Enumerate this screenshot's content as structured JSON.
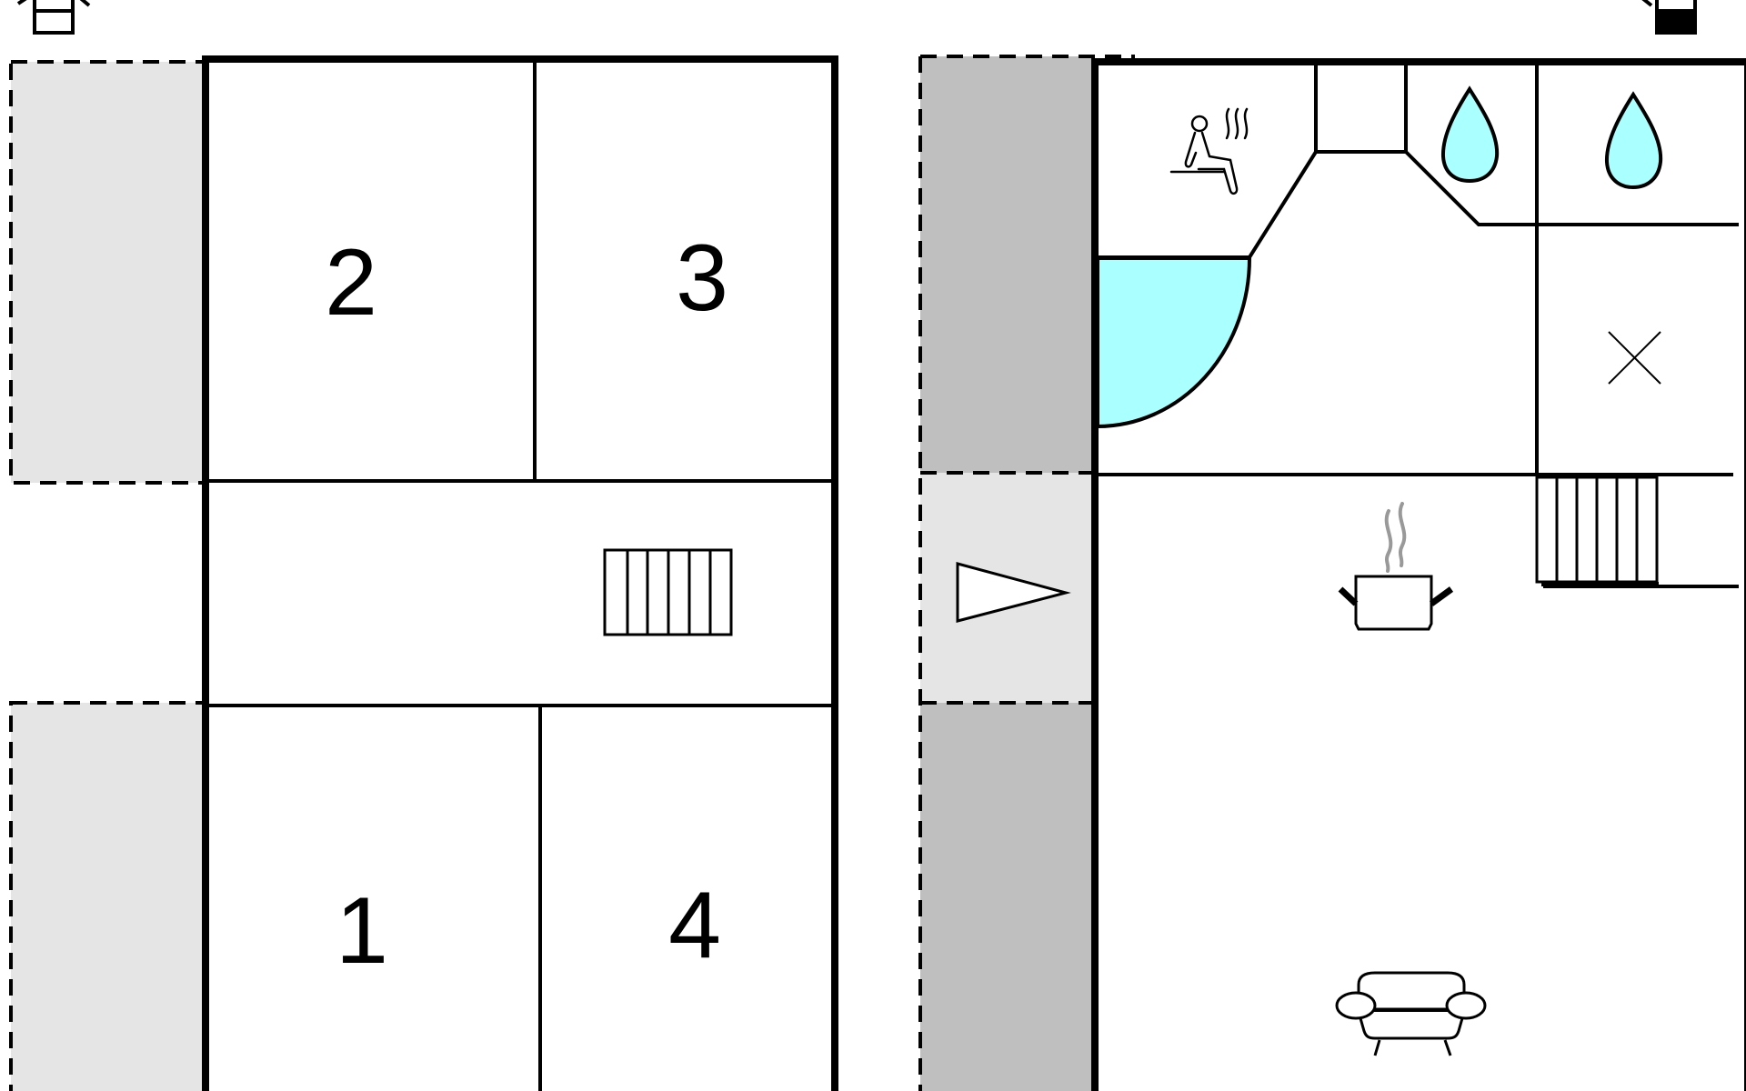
{
  "floor_plan": {
    "upper_floor": {
      "rooms": [
        {
          "id": "bedroom-2",
          "number": "2"
        },
        {
          "id": "bedroom-3",
          "number": "3"
        },
        {
          "id": "bedroom-1",
          "number": "1"
        },
        {
          "id": "bedroom-4",
          "number": "4"
        }
      ],
      "icons": [
        "stairs-icon",
        "window-icon"
      ]
    },
    "ground_floor": {
      "icons": [
        "sauna-icon",
        "shower-icon",
        "whirlpool-icon",
        "toilet-icon",
        "stairs-icon",
        "entrance-arrow-icon",
        "kitchen-pot-icon",
        "sofa-icon",
        "window-icon"
      ]
    },
    "colors": {
      "wall": "#000000",
      "terrace_light": "#e5e5e5",
      "terrace_dark": "#bfbfbf",
      "water": "#aaffff",
      "steam": "#999999"
    }
  }
}
